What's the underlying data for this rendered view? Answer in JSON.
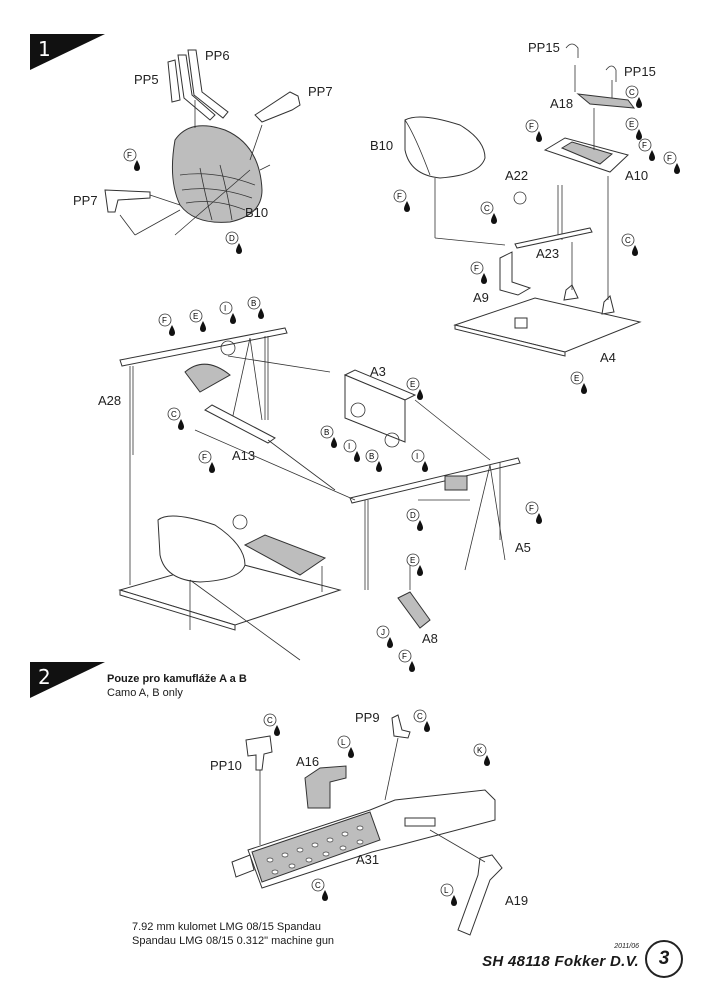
{
  "steps": [
    {
      "number": "1"
    },
    {
      "number": "2"
    }
  ],
  "step1_labels": {
    "pp6": "PP6",
    "pp5": "PP5",
    "pp7a": "PP7",
    "pp7b": "PP7",
    "b10a": "B10",
    "b10b": "B10",
    "pp15a": "PP15",
    "pp15b": "PP15",
    "a18": "A18",
    "a10": "A10",
    "a22": "A22",
    "a23": "A23",
    "a9": "A9",
    "a4": "A4",
    "a3": "A3",
    "a28": "A28",
    "a13": "A13",
    "a5": "A5",
    "a8": "A8"
  },
  "step2_labels": {
    "pp9": "PP9",
    "pp10": "PP10",
    "a16": "A16",
    "a31": "A31",
    "a19": "A19"
  },
  "paint_codes": {
    "C": "C",
    "D": "D",
    "E": "E",
    "F": "F",
    "I": "I",
    "B": "B",
    "J": "J",
    "K": "K",
    "L": "L"
  },
  "note": {
    "line1": "Pouze pro kamufláže A a B",
    "line2": "Camo A, B only"
  },
  "caption": {
    "line1": "7.92 mm kulomet  LMG 08/15 Spandau",
    "line2": "Spandau LMG 08/15  0.312\" machine gun"
  },
  "footer": {
    "date": "2011/06",
    "title": "SH 48118  Fokker D.V.",
    "page": "3"
  }
}
